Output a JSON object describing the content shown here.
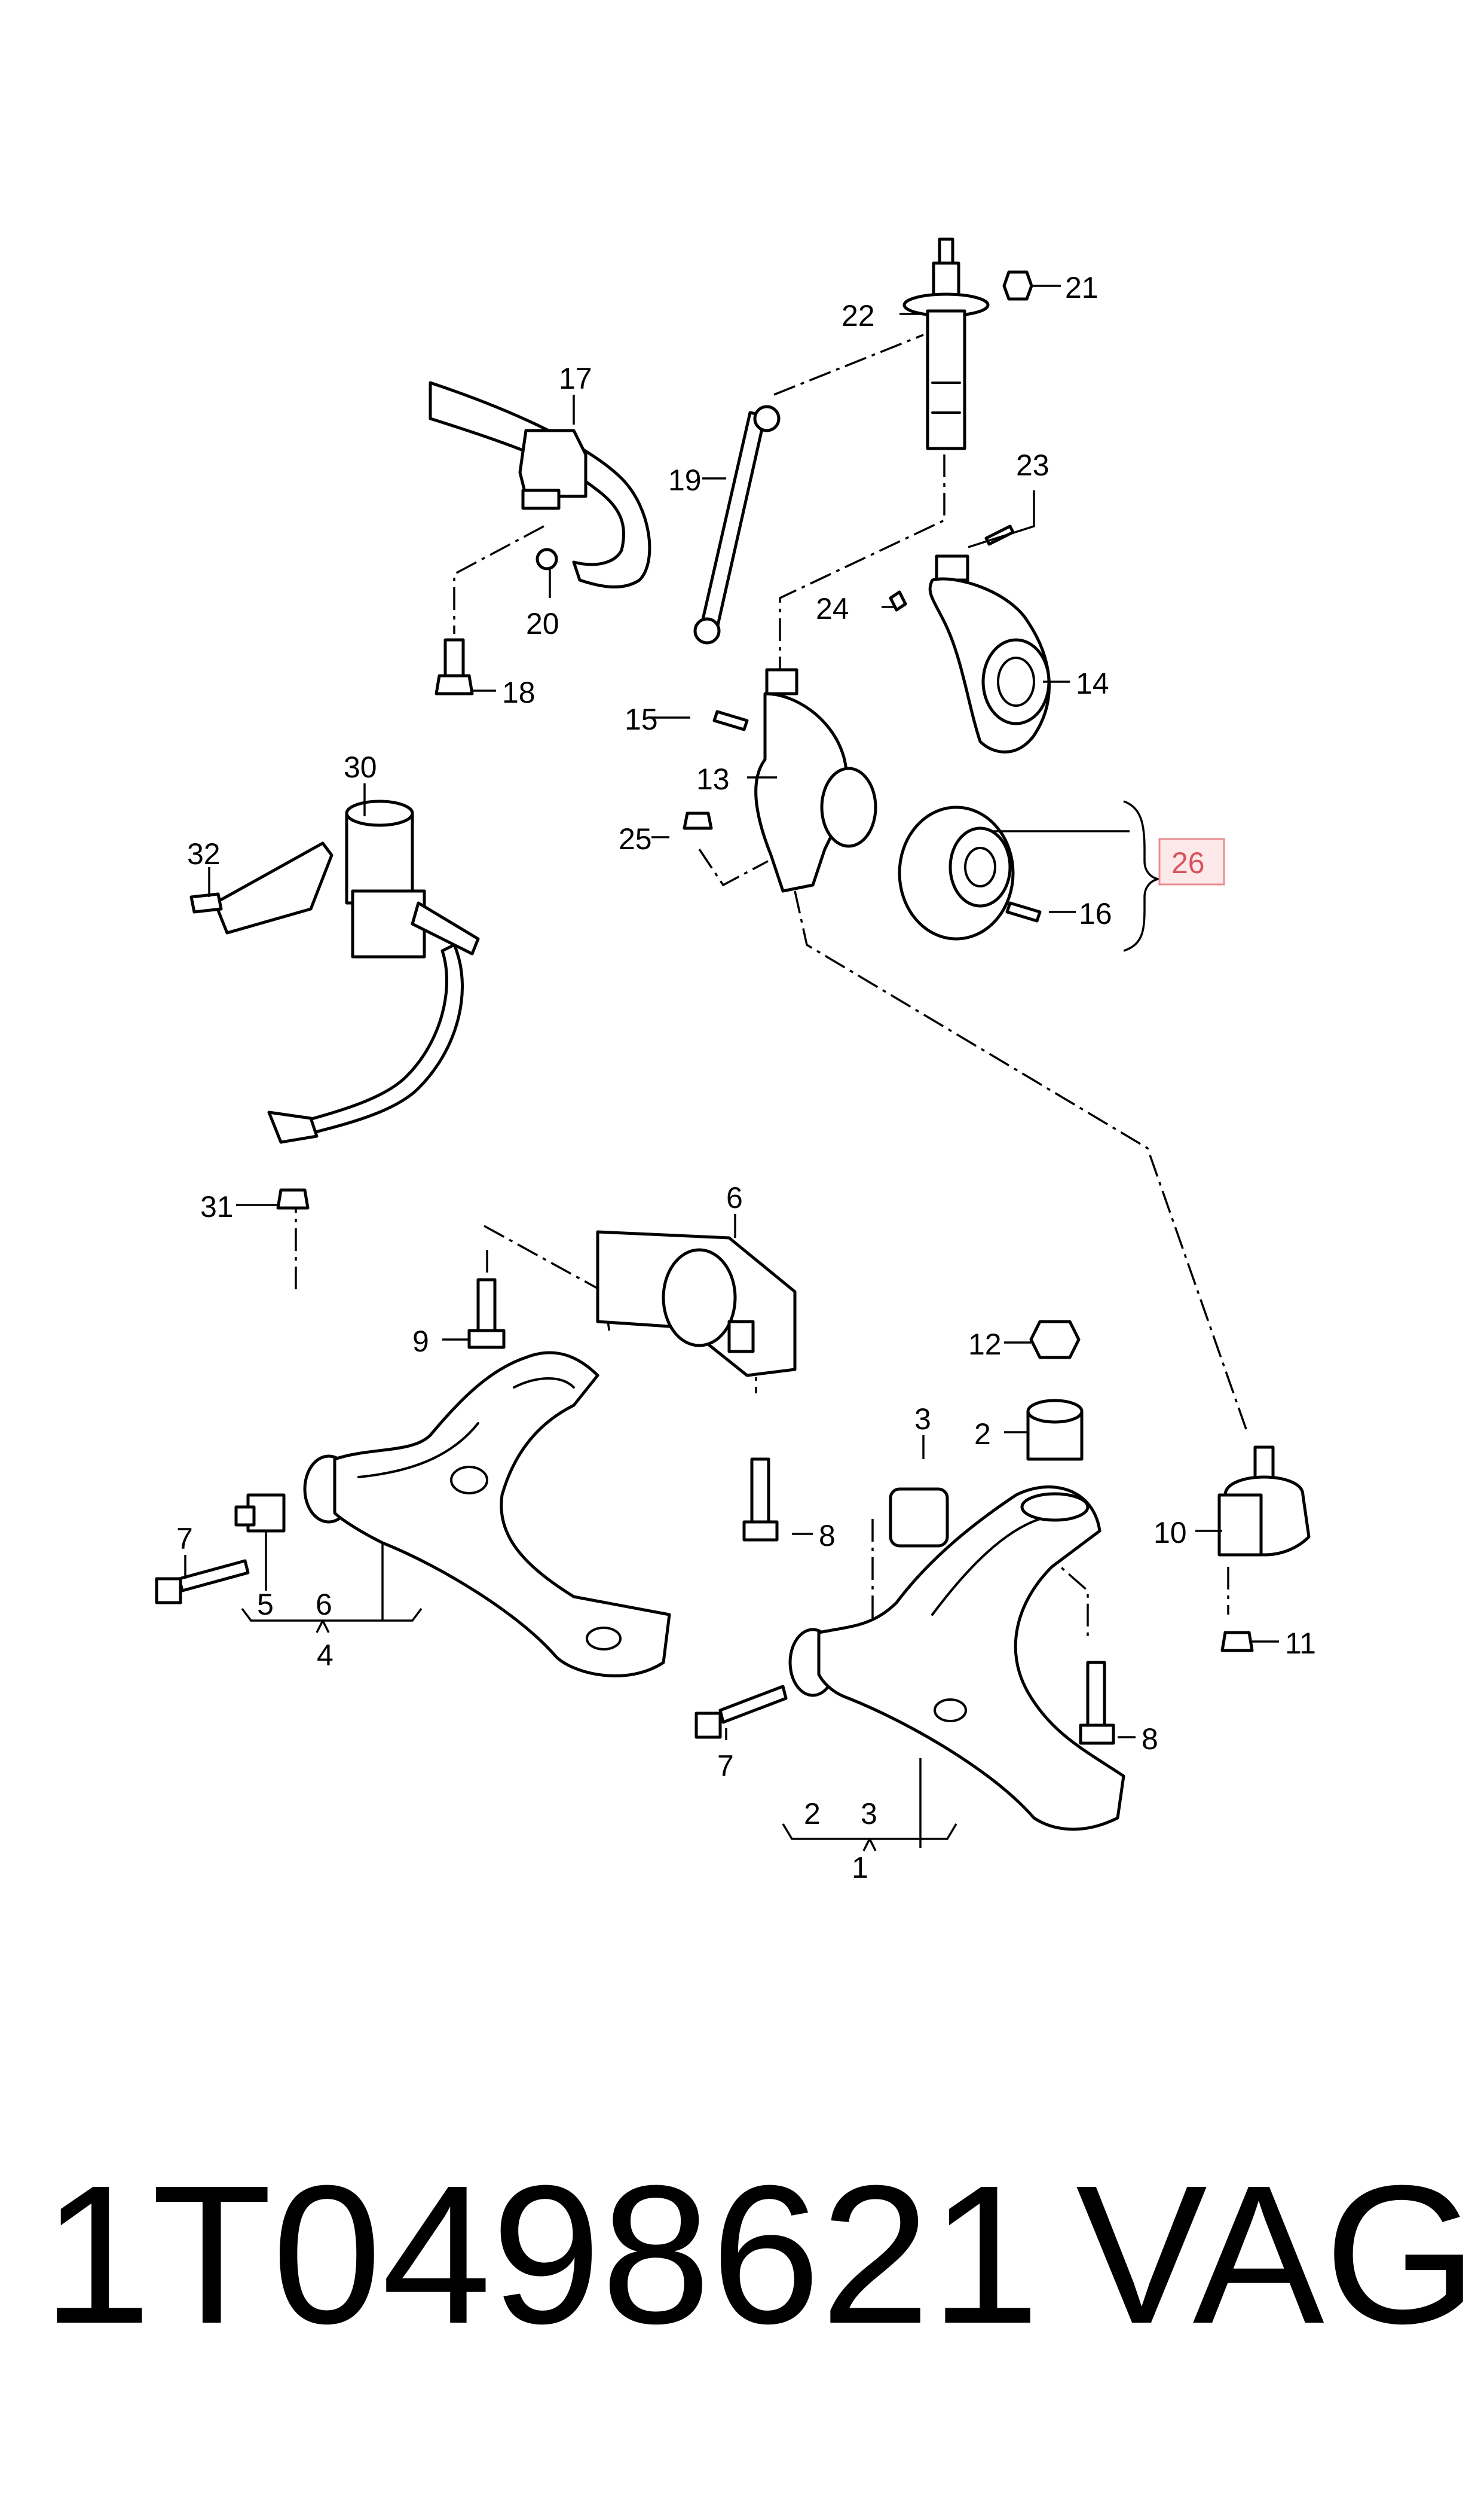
{
  "diagram": {
    "labels": [
      "1",
      "2",
      "2",
      "3",
      "3",
      "4",
      "5",
      "6",
      "6",
      "7",
      "7",
      "8",
      "8",
      "9",
      "10",
      "11",
      "12",
      "13",
      "14",
      "15",
      "16",
      "17",
      "18",
      "19",
      "20",
      "21",
      "22",
      "23",
      "24",
      "25",
      "30",
      "31",
      "32"
    ],
    "highlighted_label": "26",
    "highlight_color": "#d9535c"
  },
  "footer": {
    "part_number": "1T0498621",
    "brand": "VAG"
  }
}
